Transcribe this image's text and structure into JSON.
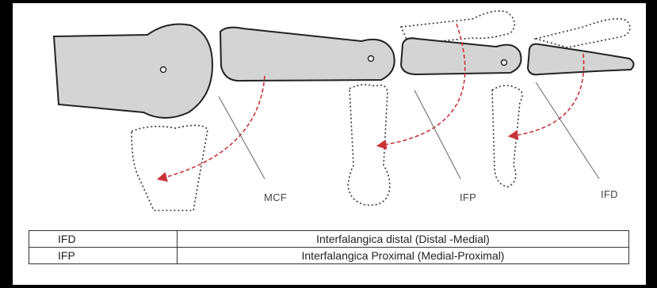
{
  "labels": {
    "mcf": "MCF",
    "ifp": "IFP",
    "ifd": "IFD"
  },
  "legend": [
    {
      "abbr": "IFD",
      "desc": "Interfalangica distal (Distal -Medial)"
    },
    {
      "abbr": "IFP",
      "desc": "Interfalangica Proximal (Medial-Proximal)"
    }
  ],
  "colors": {
    "bone_fill": "#d4d4d4",
    "bone_stroke": "#222222",
    "arc": "#c8333a",
    "background": "#000000",
    "panel": "#ffffff"
  }
}
